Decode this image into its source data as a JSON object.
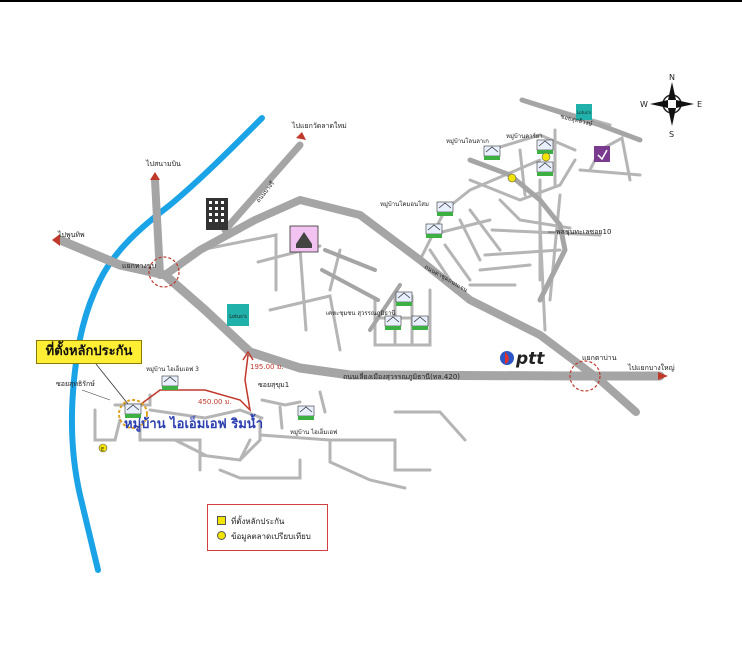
{
  "compass": {
    "n": "N",
    "s": "S",
    "e": "E",
    "w": "W"
  },
  "callout": {
    "label": "ที่ตั้งหลักประกัน"
  },
  "project": {
    "name": "หมู่บ้าน ไอเอ็มเอฟ ริมน้ำ"
  },
  "directions": {
    "to_bang_kruai": "ไปแยกบางใหญ่",
    "to_bang_yai_2": "ไปแยกวัดลาดใหม่",
    "to_nonthaburi": "ไปสนามบิน",
    "to_pathum": "ไปพูนทิพ"
  },
  "roads": {
    "main_road": "ถนนเลี่ยงเมืองสุวรรณภูมิธานี(ทล.420)",
    "road_diag": "ถนนบางรี",
    "road_upper": "ถนนตาชุดถนนเจน",
    "soi_1": "ซอยสุขุม1",
    "soi_10": "พสชุนทะเลซอย10",
    "soi_left": "ซอยสุทธิรักษ์",
    "soi_top": "ซอยสุทธิวงษ์"
  },
  "junctions": {
    "left": "แยกทางขุบ",
    "right": "แยกตาบ่าน"
  },
  "villages": {
    "v1": "หมู่บ้าน ไอเอ็มเอฟ 3",
    "v2": "หมู่บ้าน ไอเอ็มเอฟ",
    "v3": "หมู่บ้านคาร์ยา",
    "v4": "หมู่บ้านโลนลาเก",
    "v5": "หมู่บ้านโคมอนโสม",
    "v6": "เคหะชุมชน สุวรรณภูมิธานี"
  },
  "distances": {
    "d1": "195.00 ม.",
    "d2": "450.00 ม."
  },
  "brands": {
    "ptt": "ptt",
    "lotus_1": "Lotus's",
    "lotus_2": "Lotus's",
    "marker_e": "E"
  },
  "legend": {
    "item_1": "ที่ตั้งหลักประกัน",
    "item_2": "ข้อมูลตลาดเปรียบเทียบ"
  },
  "colors": {
    "road": "#b5b5b5",
    "river": "#1aa3e6",
    "arrow": "#c0392b",
    "distance_route": "#c0392b",
    "callout": "#ffee33",
    "comparable_marker": "#f2e400"
  }
}
